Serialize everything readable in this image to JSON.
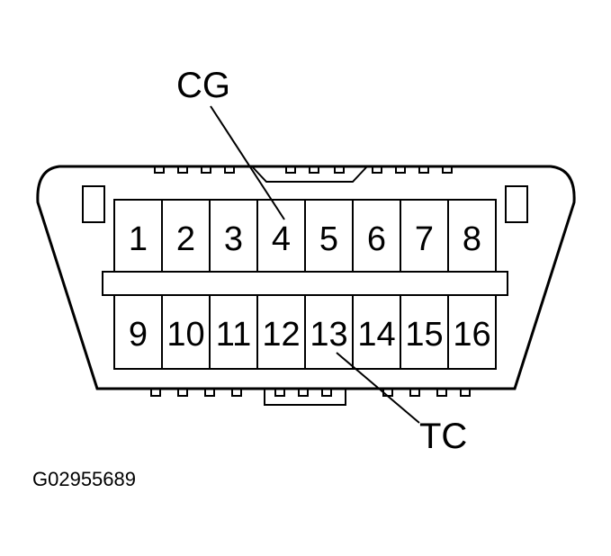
{
  "connector": {
    "pins_top": [
      "1",
      "2",
      "3",
      "4",
      "5",
      "6",
      "7",
      "8"
    ],
    "pins_bottom": [
      "9",
      "10",
      "11",
      "12",
      "13",
      "14",
      "15",
      "16"
    ]
  },
  "callouts": {
    "cg": {
      "label": "CG",
      "pin": "4"
    },
    "tc": {
      "label": "TC",
      "pin": "13"
    }
  },
  "figure_id": "G02955689"
}
